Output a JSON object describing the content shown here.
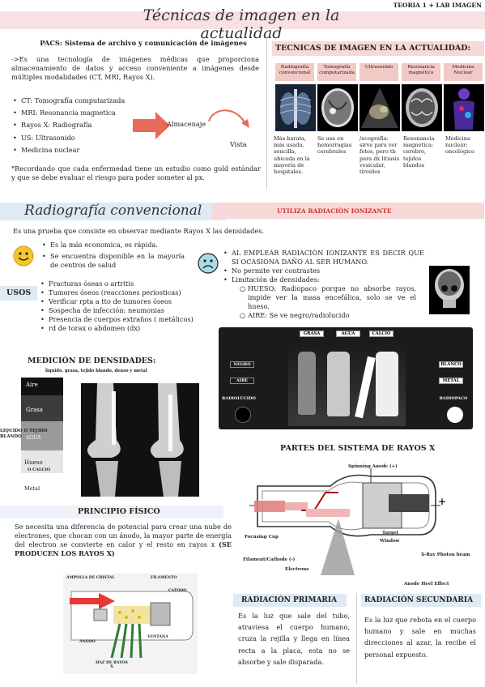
{
  "header": {
    "title": "Técnicas de imagen en la actualidad",
    "tag": "TEORIA 1 + LAB IMAGEN"
  },
  "pacs": {
    "heading": "PACS: Sistema de archivo y comunicación de imágenes",
    "intro": "->Es una tecnología de imágenes médicas que proporciona almacenamiento de datos y acceso conveniente a imágenes desde múltiples modalidades (CT, MRI, Rayos X).",
    "items": [
      "CT: Tomografía computarizada",
      "MRI: Resonancia magnetica",
      "Rayos X: Radiografía",
      "US: Ultrasonido",
      "Medicina nuclear"
    ],
    "arrow_label": "Almacenaje",
    "curve_label": "Vista",
    "note": "*Recordando que cada enfermedad tiene un estudio como gold estándar y que se debe evaluar el riesgo para poder someter al px."
  },
  "techniques": {
    "heading": "TECNICAS DE IMAGEN EN LA ACTUALIDAD:",
    "columns": [
      {
        "name": "Radiografía convencional",
        "desc": "Más barata, más usada, sencilla, ubicada en la mayoría de hospitales."
      },
      {
        "name": "Tomografía computarizada",
        "desc": "Se usa en hemorragias cerebrales"
      },
      {
        "name": "Ultrasonido",
        "desc": "/ecografía: sirve para ver fetos, pero tb para dx litiasis vesicular, tiroides"
      },
      {
        "name": "Resonancia magnética",
        "desc": "Resonancia magnética: cerebro, tejidos blandos"
      },
      {
        "name": "Medicina Nuclear",
        "desc": "Medicina nuclear: oncológico"
      }
    ]
  },
  "radiografia": {
    "title": "Radiografía convencional",
    "badge": "UTILIZA RADIACIÓN IONIZANTE",
    "intro": "Es una prueba que consiste en observar mediante Rayos X las densidades.",
    "pros": [
      "Es la más economica, es rápida.",
      "Se encuentra disponible en la mayoría de centros de salud"
    ],
    "cons_intro": "AL EMPLEAR RADIACIÓN IONIZANTE ES DECIR QUE SI OCASIONA DAÑO AL SER HUMANO.",
    "cons": [
      "No permite ver contrastes",
      "Limitación de densidades:"
    ],
    "cons_sub": [
      "HUESO: Radiopaco porque no absorbe rayos, impide ver la masa encefálica, solo se ve el hueso.",
      "AIRE: Se ve negro/radiolucido"
    ],
    "usos_label": "USOS",
    "usos": [
      "Fracturas óseas o artritis",
      "Tumores óseos (reacciones periosticas)",
      "Verificar rpta a tto de tumores óseos",
      "Sospecha de infección: neumonias",
      "Presencia de cuerpos extraños ( metálicos)",
      "rd de torax o abdomen (dx)"
    ]
  },
  "densidades": {
    "heading": "MEDICIÓN DE DENSIDADES:",
    "sub": "liquido, grasa, tejido blando, denso y metal",
    "scale": [
      "Aire",
      "Grasa",
      "LIQUIDO O TEJIDO BLANDO",
      "AGUA",
      "Hueso",
      "O CALCIO",
      "Metal"
    ],
    "bottle_labels": [
      "GRASA",
      "AGUA",
      "CALCIO"
    ],
    "left_labels": [
      "NEGRO",
      "AIRE",
      "RADIOLÚCIDO"
    ],
    "right_labels": [
      "BLANCO",
      "METAL",
      "RADIOPACO"
    ]
  },
  "partes": {
    "heading": "PARTES DEL SISTEMA DE RAYOS X",
    "labels": [
      "Spinning Anode (+)",
      "Focusing Cup",
      "Target",
      "Window",
      "Filament/Cathode (-)",
      "X-Ray Photon beam",
      "Electrons",
      "Anode Heel Effect"
    ],
    "minus": "−",
    "plus": "+"
  },
  "principio": {
    "heading": "PRINCIPIO FÍSICO",
    "text": "Se necesita una diferencia de potencial para crear una nube de electrones, que chocan con un ánodo, la mayor parte de energía del electron se convierte en calor y el resto en rayos x",
    "emph": "(SE PRODUCEN LOS RAYOS X)",
    "tube_labels": [
      "AMPOLLA DE CRISTAL",
      "FILAMENTO",
      "CATODO",
      "ÁNODO",
      "VENTANA",
      "HAZ DE RAYOS X"
    ]
  },
  "primaria": {
    "heading": "RADIACIÓN PRIMARIA",
    "text": "Es la luz que sale del tubo, atraviesa el cuerpo humano, cruza la rejilla y llega en línea recta a la placa, esta no se absorbe y sale disparada."
  },
  "secundaria": {
    "heading": "RADIACIÓN SECUNDARIA",
    "text": "Es la luz que rebota en el cuerpo humano y sale en muchas direcciones al azar, la recibe el personal expuesto."
  },
  "colors": {
    "pink": "#f6d9d8",
    "blue": "#dfeaf4",
    "red": "#d32f2f",
    "arrow": "#e86a5a"
  }
}
